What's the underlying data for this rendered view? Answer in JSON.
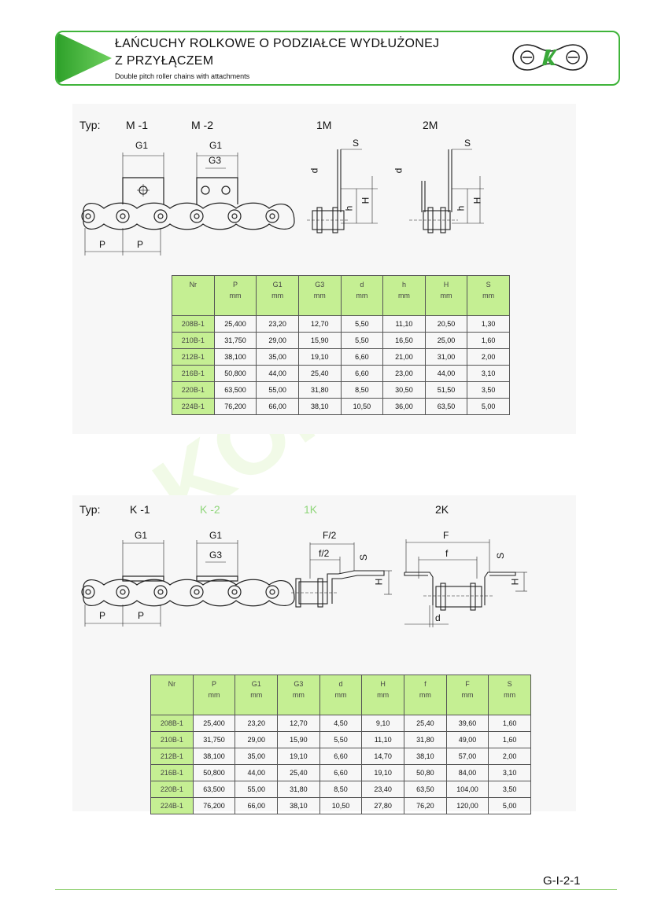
{
  "header": {
    "title_line1": "ŁAŃCUCHY ROLKOWE O PODZIAŁCE WYDŁUŻONEJ",
    "title_line2": "Z PRZYŁĄCZEM",
    "subtitle": "Double pitch roller chains with attachments"
  },
  "section1": {
    "typ": "Typ:",
    "types": [
      "M -1",
      "M -2",
      "1M",
      "2M"
    ],
    "dims": {
      "G1a": "G1",
      "G1b": "G1",
      "G3": "G3",
      "P1": "P",
      "P2": "P",
      "S1": "S",
      "S2": "S",
      "d1": "d",
      "d2": "d",
      "h1": "h",
      "h2": "h",
      "H1": "H",
      "H2": "H"
    },
    "table": {
      "headers": [
        [
          "Nr",
          ""
        ],
        [
          "P",
          "mm"
        ],
        [
          "G1",
          "mm"
        ],
        [
          "G3",
          "mm"
        ],
        [
          "d",
          "mm"
        ],
        [
          "h",
          "mm"
        ],
        [
          "H",
          "mm"
        ],
        [
          "S",
          "mm"
        ]
      ],
      "rows": [
        [
          "208B-1",
          "25,400",
          "23,20",
          "12,70",
          "5,50",
          "11,10",
          "20,50",
          "1,30"
        ],
        [
          "210B-1",
          "31,750",
          "29,00",
          "15,90",
          "5,50",
          "16,50",
          "25,00",
          "1,60"
        ],
        [
          "212B-1",
          "38,100",
          "35,00",
          "19,10",
          "6,60",
          "21,00",
          "31,00",
          "2,00"
        ],
        [
          "216B-1",
          "50,800",
          "44,00",
          "25,40",
          "6,60",
          "23,00",
          "44,00",
          "3,10"
        ],
        [
          "220B-1",
          "63,500",
          "55,00",
          "31,80",
          "8,50",
          "30,50",
          "51,50",
          "3,50"
        ],
        [
          "224B-1",
          "76,200",
          "66,00",
          "38,10",
          "10,50",
          "36,00",
          "63,50",
          "5,00"
        ]
      ]
    }
  },
  "section2": {
    "typ": "Typ:",
    "types": [
      "K -1",
      "K -2",
      "1K",
      "2K"
    ],
    "dims": {
      "G1a": "G1",
      "G1b": "G1",
      "G3": "G3",
      "P1": "P",
      "P2": "P",
      "F2": "F/2",
      "f2": "f/2",
      "F": "F",
      "f": "f",
      "S1": "S",
      "S2": "S",
      "H1": "H",
      "H2": "H",
      "d": "d"
    },
    "table": {
      "headers": [
        [
          "Nr",
          ""
        ],
        [
          "P",
          "mm"
        ],
        [
          "G1",
          "mm"
        ],
        [
          "G3",
          "mm"
        ],
        [
          "d",
          "mm"
        ],
        [
          "H",
          "mm"
        ],
        [
          "f",
          "mm"
        ],
        [
          "F",
          "mm"
        ],
        [
          "S",
          "mm"
        ]
      ],
      "rows": [
        [
          "208B-1",
          "25,400",
          "23,20",
          "12,70",
          "4,50",
          "9,10",
          "25,40",
          "39,60",
          "1,60"
        ],
        [
          "210B-1",
          "31,750",
          "29,00",
          "15,90",
          "5,50",
          "11,10",
          "31,80",
          "49,00",
          "1,60"
        ],
        [
          "212B-1",
          "38,100",
          "35,00",
          "19,10",
          "6,60",
          "14,70",
          "38,10",
          "57,00",
          "2,00"
        ],
        [
          "216B-1",
          "50,800",
          "44,00",
          "25,40",
          "6,60",
          "19,10",
          "50,80",
          "84,00",
          "3,10"
        ],
        [
          "220B-1",
          "63,500",
          "55,00",
          "31,80",
          "8,50",
          "23,40",
          "63,50",
          "104,00",
          "3,50"
        ],
        [
          "224B-1",
          "76,200",
          "66,00",
          "38,10",
          "10,50",
          "27,80",
          "76,20",
          "120,00",
          "5,00"
        ]
      ]
    }
  },
  "footer": {
    "page": "G-I-2-1"
  },
  "colors": {
    "accent_green": "#3fb43a",
    "table_header": "#c5ef93"
  }
}
